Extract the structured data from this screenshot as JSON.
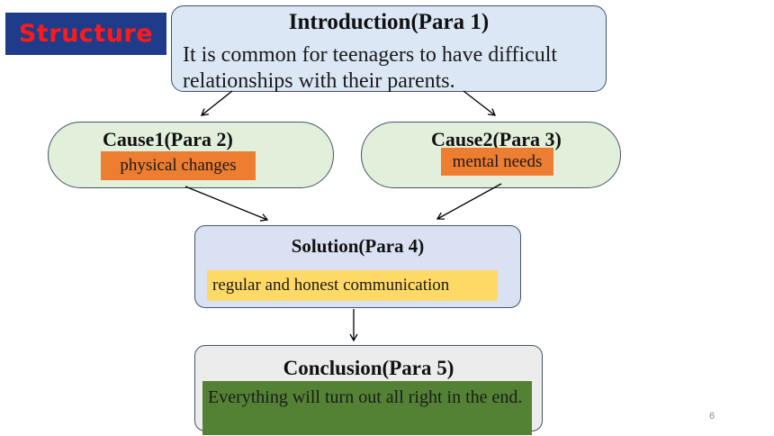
{
  "badge": {
    "label": "Structure"
  },
  "intro": {
    "title": "Introduction(Para 1)",
    "body": "It is common for teenagers to have difficult relationships with their parents."
  },
  "cause1": {
    "title": "Cause1(Para 2)",
    "tag": "physical changes"
  },
  "cause2": {
    "title": "Cause2(Para 3)",
    "tag": "mental needs"
  },
  "solution": {
    "title": "Solution(Para 4)",
    "tag": "regular and honest communication"
  },
  "conclusion": {
    "title": "Conclusion(Para 5)",
    "tag": "Everything will turn out all right in the end."
  },
  "page_number": "6",
  "colors": {
    "badge_bg": "#1f3c8a",
    "badge_text": "#ff1a1a",
    "intro_bg": "#dbe7f5",
    "cause_bg": "#e2efda",
    "solution_bg": "#d9e1f2",
    "conclusion_bg": "#ececec",
    "orange_tag": "#ed7d31",
    "yellow_tag": "#ffd966",
    "green_tag": "#548235"
  }
}
